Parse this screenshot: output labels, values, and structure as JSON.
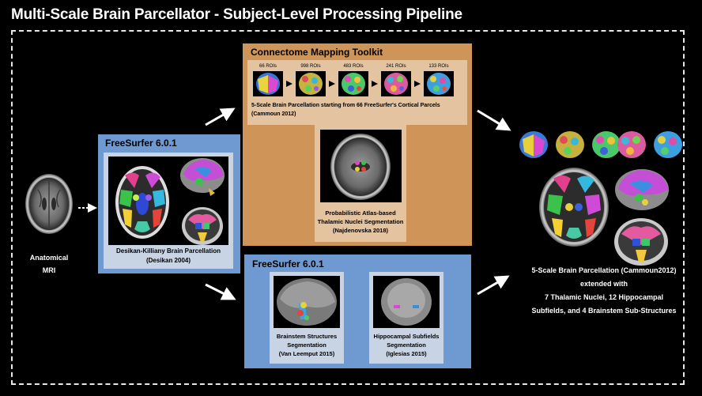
{
  "title": "Multi-Scale Brain Parcellator - Subject-Level Processing Pipeline",
  "input": {
    "label_line1": "Anatomical",
    "label_line2": "MRI"
  },
  "fs_cortical": {
    "title": "FreeSurfer 6.0.1",
    "caption_line1": "Desikan-Killiany Brain Parcellation",
    "caption_line2": "(Desikan 2004)"
  },
  "cmtk": {
    "title": "Connectome Mapping Toolkit",
    "scales": [
      "66 ROIs",
      "998 ROIs",
      "483 ROIs",
      "241 ROIs",
      "133 ROIs"
    ],
    "scale_caption_line1": "5-Scale Brain Parcellation starting from 66 FreeSurfer's Cortical Parcels",
    "scale_caption_line2": "(Cammoun 2012)",
    "thalamic_caption_line1": "Probabilistic Atlas-based",
    "thalamic_caption_line2": "Thalamic Nuclei Segmentation",
    "thalamic_caption_line3": "(Najdenovska 2018)"
  },
  "fs_subcortical": {
    "title": "FreeSurfer 6.0.1",
    "brainstem_line1": "Brainstem Structures",
    "brainstem_line2": "Segmentation",
    "brainstem_line3": "(Van Leemput  2015)",
    "hippo_line1": "Hippocampal Subfields",
    "hippo_line2": "Segmentation",
    "hippo_line3": "(Iglesias 2015)"
  },
  "output": {
    "line1": "5-Scale Brain Parcellation (Cammoun2012)",
    "line2": "extended with",
    "line3": "7 Thalamic Nuclei, 12 Hippocampal",
    "line4": "Subfields, and 4 Brainstem Sub-Structures"
  },
  "colors": {
    "blue_box": "#6f9ad1",
    "orange_box": "#cf9458",
    "inner_panel": "#c8d3e4",
    "inner_panel_orange": "#e3c3a0"
  }
}
